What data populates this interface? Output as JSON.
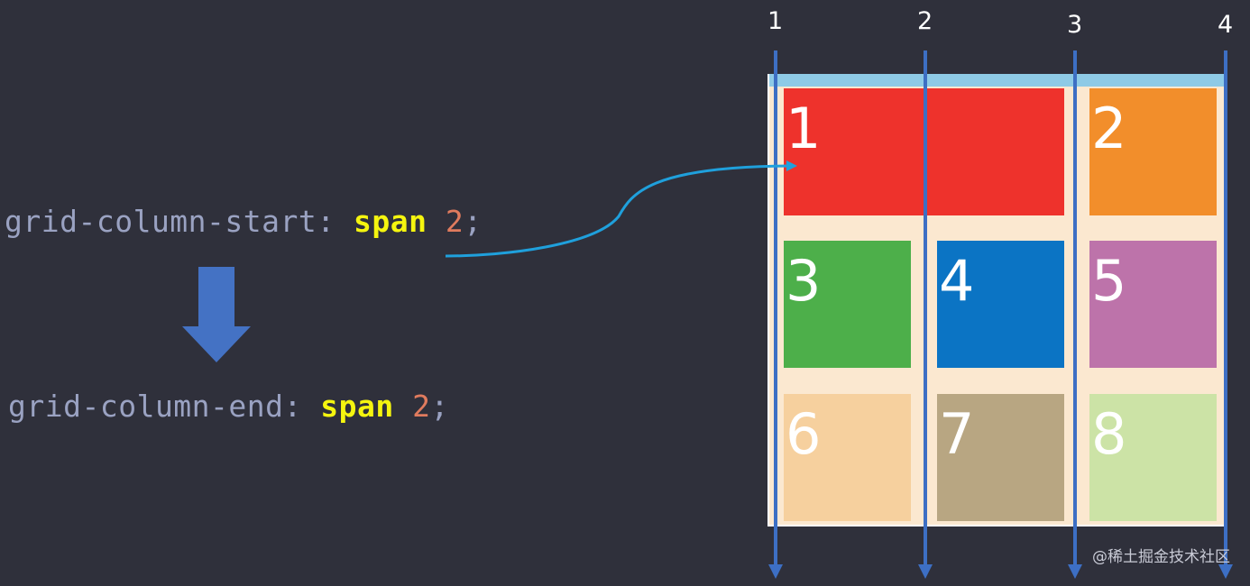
{
  "code": {
    "line1": {
      "property": "grid-column-start",
      "colon": ":",
      "keyword": "span",
      "value": "2",
      "semicolon": ";"
    },
    "line2": {
      "property": "grid-column-end",
      "colon": ":",
      "keyword": "span",
      "value": "2",
      "semicolon": ";"
    }
  },
  "grid": {
    "cells": [
      {
        "label": "1",
        "color": "#ee322c"
      },
      {
        "label": "2",
        "color": "#f28e2b"
      },
      {
        "label": "3",
        "color": "#4daf4a"
      },
      {
        "label": "4",
        "color": "#0b74c4"
      },
      {
        "label": "5",
        "color": "#bd73aa"
      },
      {
        "label": "6",
        "color": "#f6d09e"
      },
      {
        "label": "7",
        "color": "#b8a682"
      },
      {
        "label": "8",
        "color": "#cce3a6"
      }
    ],
    "line_numbers": [
      "1",
      "2",
      "3",
      "4"
    ],
    "line_color": "#3d6fc4",
    "container_color": "#fbe8d0",
    "top_bar_color": "#8ecae6"
  },
  "connector_color": "#1fa0dc",
  "arrow_color": "#4472c4",
  "watermark": "@稀土掘金技术社区"
}
